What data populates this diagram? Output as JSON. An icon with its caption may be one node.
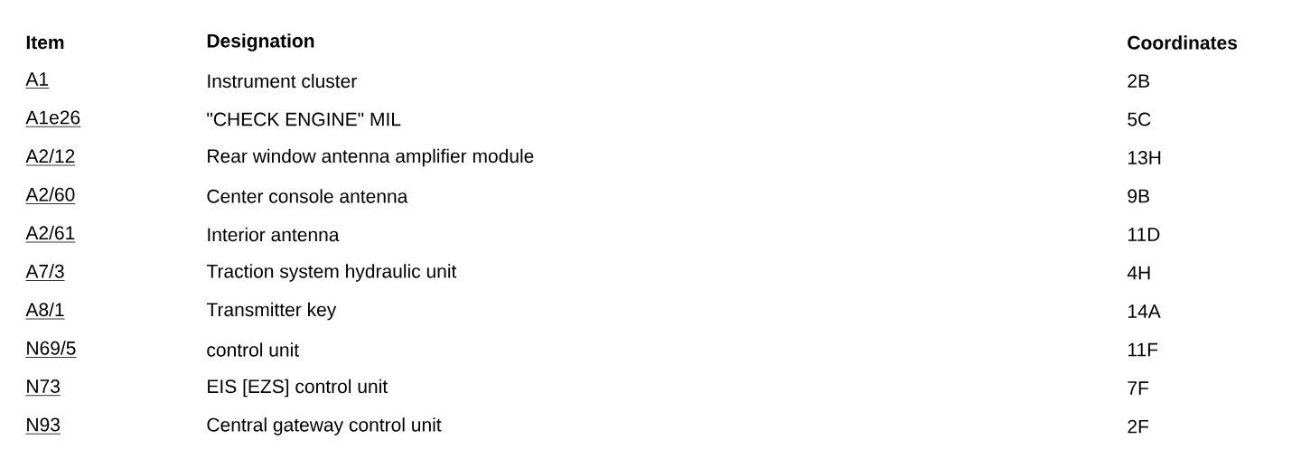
{
  "diagram": {
    "labels": [
      "Item",
      "Designation",
      "Coordinates",
      "A1",
      "Instrument cluster",
      "2B",
      "A1e26",
      "\"CHECK ENGINE\" MIL",
      "5C",
      "A2/12",
      "Rear window antenna amplifier module",
      "13H",
      "A2/60",
      "Center console antenna",
      "9B",
      "A2/61",
      "Interior antenna",
      "11D",
      "A7/3",
      "Traction system hydraulic unit",
      "4H",
      "A8/1",
      "Transmitter key",
      "14A",
      "N69/5",
      "control unit",
      "11F",
      "N73",
      "EIS [EZS] control unit",
      "7F",
      "N93",
      "Central gateway control unit",
      "2F"
    ]
  }
}
